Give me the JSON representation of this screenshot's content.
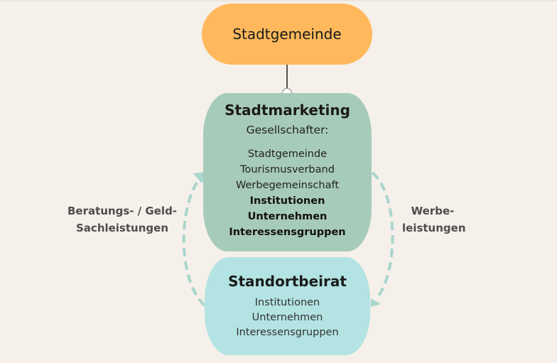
{
  "top_node": {
    "title": "Stadtgemeinde"
  },
  "middle_node": {
    "title": "Stadtmarketing",
    "subtitle": "Gesellschafter:",
    "members": [
      {
        "text": "Stadtgemeinde",
        "bold": false
      },
      {
        "text": "Tourismusverband",
        "bold": false
      },
      {
        "text": "Werbegemeinschaft",
        "bold": false
      },
      {
        "text": "Institutionen",
        "bold": true
      },
      {
        "text": "Unternehmen",
        "bold": true
      },
      {
        "text": "Interessensgruppen",
        "bold": true
      }
    ]
  },
  "bottom_node": {
    "title": "Standortbeirat",
    "members": [
      "Institutionen",
      "Unternehmen",
      "Interessensgruppen"
    ]
  },
  "left_label": {
    "line1": "Beratungs- / Geld-",
    "line2": "Sachleistungen"
  },
  "right_label": {
    "line1": "Werbe-",
    "line2": "leistungen"
  },
  "colors": {
    "background": "#f5f0ea",
    "top_node": "#ffb95c",
    "middle_node": "#a7cbba",
    "bottom_node": "#b3e3e2",
    "arrows": "#a9d6cd"
  }
}
